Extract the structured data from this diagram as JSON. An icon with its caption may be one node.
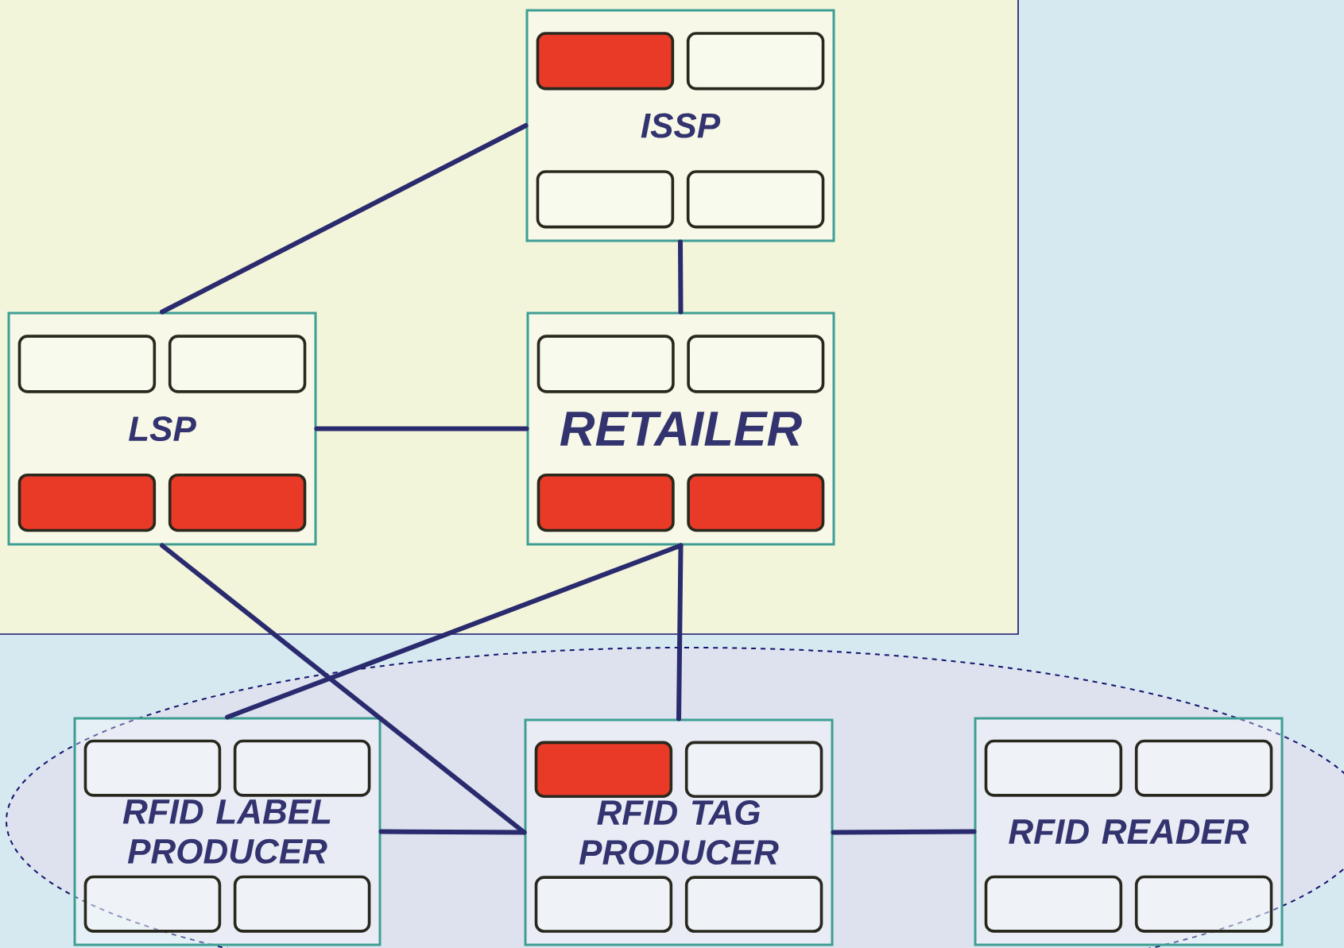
{
  "diagram": {
    "nodes": [
      {
        "text": [
          "ISSP"
        ]
      },
      {
        "text": [],
        "shape": "box",
        "in": 0
      },
      {
        "text": [],
        "shape": "box",
        "in": 0
      },
      {
        "text": [],
        "shape": "box",
        "in": 0
      },
      {
        "text": [],
        "shape": "box",
        "in": 0
      },
      {
        "text": [
          "LSP"
        ]
      },
      {
        "text": [],
        "shape": "box",
        "in": 5
      },
      {
        "text": [],
        "shape": "box",
        "in": 5
      },
      {
        "text": [],
        "shape": "box",
        "in": 5
      },
      {
        "text": [],
        "shape": "box",
        "in": 5
      },
      {
        "text": [
          "RETAILER"
        ]
      },
      {
        "text": [],
        "shape": "box",
        "in": 10
      },
      {
        "text": [],
        "shape": "box",
        "in": 10
      },
      {
        "text": [],
        "shape": "box",
        "in": 10
      },
      {
        "text": [],
        "shape": "box",
        "in": 10
      },
      {
        "text": [
          "RFID LABEL PRODUCER"
        ]
      },
      {
        "text": [],
        "shape": "box",
        "in": 15
      },
      {
        "text": [],
        "shape": "box",
        "in": 15
      },
      {
        "text": [],
        "shape": "box",
        "in": 15
      },
      {
        "text": [],
        "shape": "box",
        "in": 15
      },
      {
        "text": [
          "RFID TAG PRODUCER"
        ]
      },
      {
        "text": [],
        "shape": "box",
        "in": 20
      },
      {
        "text": [],
        "shape": "box",
        "in": 20
      },
      {
        "text": [],
        "shape": "box",
        "in": 20
      },
      {
        "text": [],
        "shape": "box",
        "in": 20
      },
      {
        "text": [
          "RFID READER"
        ]
      },
      {
        "text": [],
        "shape": "box",
        "in": 25
      },
      {
        "text": [],
        "shape": "box",
        "in": 25
      },
      {
        "text": [],
        "shape": "box",
        "in": 25
      },
      {
        "text": [],
        "shape": "box",
        "in": 25
      }
    ],
    "edges": [
      {
        "from": 0,
        "to": 5,
        "arrow": "none"
      },
      {
        "from": 0,
        "to": 10,
        "arrow": "none"
      },
      {
        "from": 5,
        "to": 10,
        "arrow": "none"
      },
      {
        "from": 5,
        "to": 20,
        "arrow": "none"
      },
      {
        "from": 10,
        "to": 15,
        "arrow": "none"
      },
      {
        "from": 10,
        "to": 20,
        "arrow": "none"
      },
      {
        "from": 15,
        "to": 20,
        "arrow": "none"
      },
      {
        "from": 20,
        "to": 25,
        "arrow": "none"
      }
    ]
  }
}
